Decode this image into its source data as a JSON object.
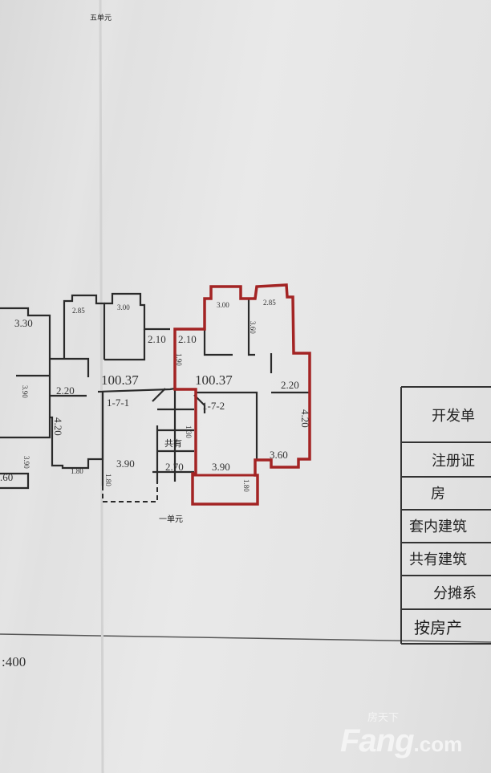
{
  "plan": {
    "top_label": "五单元",
    "unit_label": "一单元",
    "scale": ":400",
    "units": [
      {
        "id": "1-7-1",
        "area": "100.37"
      },
      {
        "id": "1-7-2",
        "area": "100.37"
      }
    ],
    "shared_label": "共有",
    "dimensions": {
      "left_a": "2.85",
      "left_b": "3.00",
      "left_c": "3.30",
      "left_d": "2.10",
      "right_a": "2.10",
      "right_b": "3.00",
      "right_c": "2.85",
      "right_d": "3.60",
      "right_e": "1.90",
      "left_e": "2.20",
      "right_f": "2.20",
      "left_f": "4.20",
      "right_g": "4.20",
      "left_g": "3.90",
      "left_h": "3.90",
      "stair_w": "2.70",
      "right_h": "3.90",
      "right_i": "3.60",
      "left_i": "1.80",
      "right_j": "1.80",
      "stair_h": "1.30",
      "left_j": ".60",
      "left_k": "3.90",
      "left_l": "1.80"
    },
    "highlight_color": "#a32424"
  },
  "table": {
    "rows": [
      "开发单",
      "注册证",
      "房",
      "套内建筑",
      "共有建筑",
      "分摊系",
      "按房产"
    ]
  },
  "watermark": {
    "brand": "Fang",
    "suffix": ".com",
    "cn": "房天下"
  }
}
